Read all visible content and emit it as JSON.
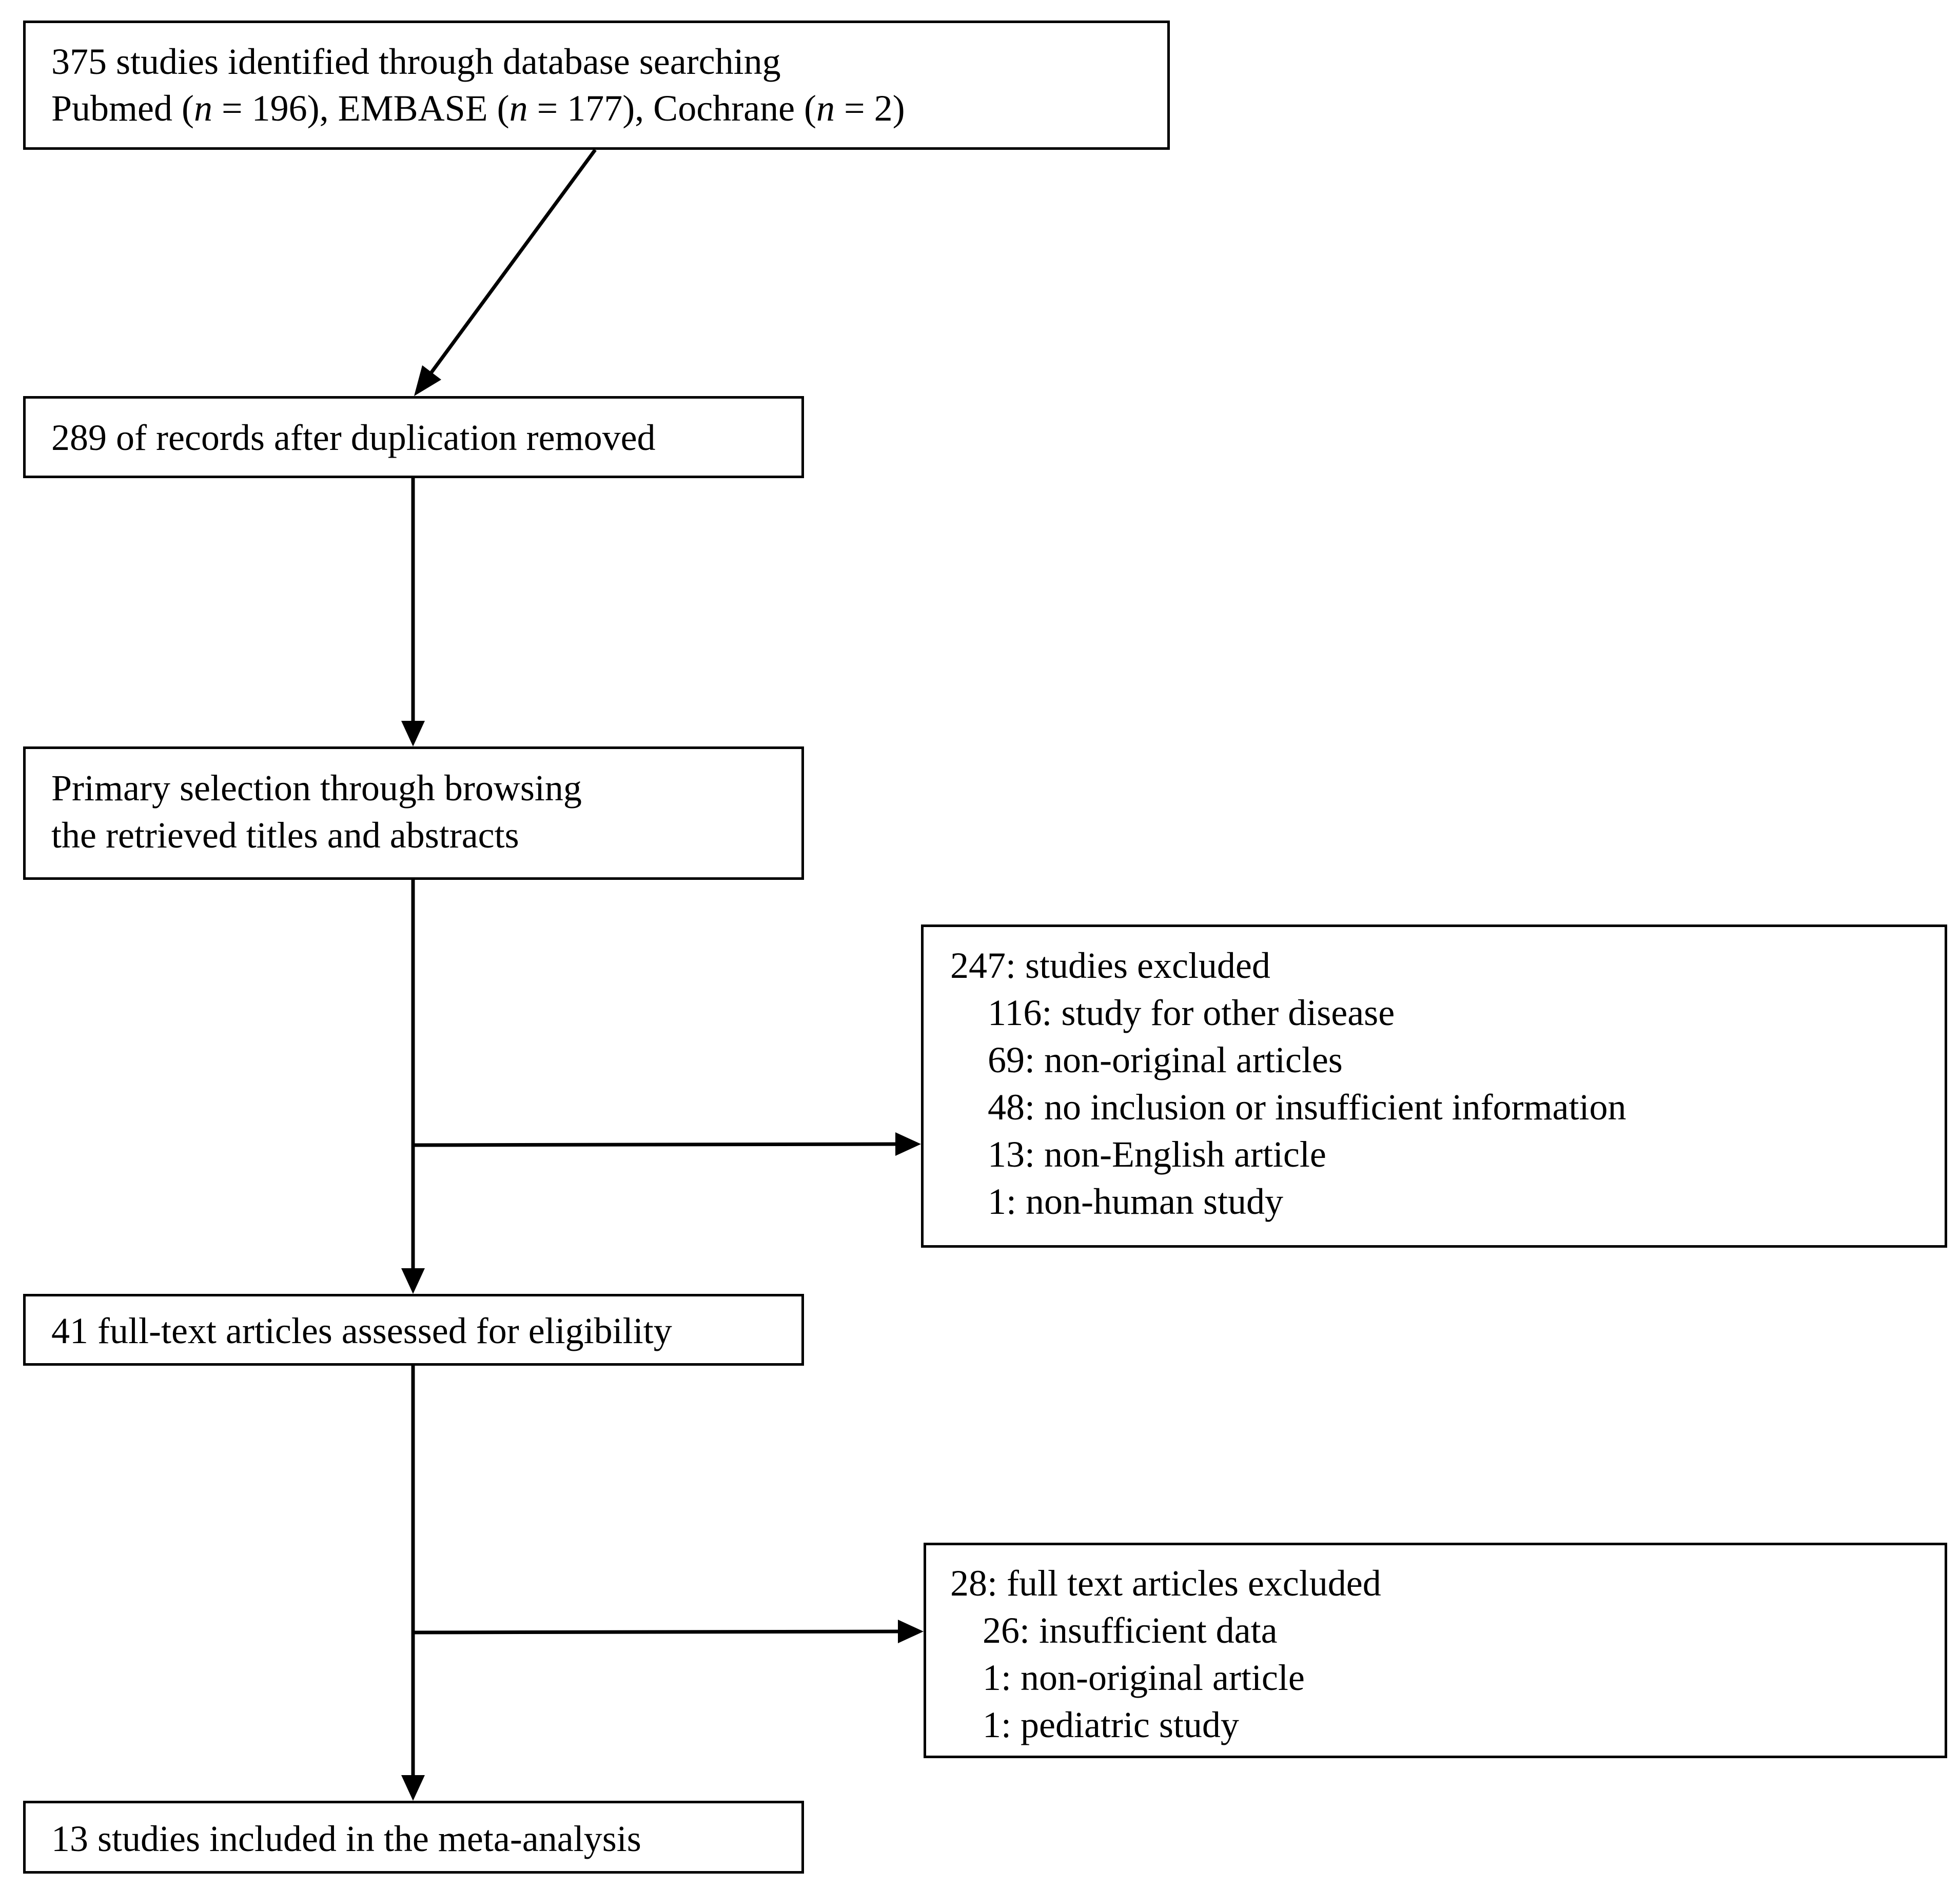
{
  "flowchart": {
    "search": {
      "line1": "375 studies identified through database searching",
      "line2": {
        "part1": "Pubmed (",
        "n1": "n",
        "part2": " = 196), EMBASE (",
        "n2": "n",
        "part3": " = 177), Cochrane (",
        "n3": "n",
        "part4": " = 2)"
      }
    },
    "dedup": "289 of records after duplication removed",
    "primary": {
      "line1": "Primary selection through browsing",
      "line2": "the retrieved titles and abstracts"
    },
    "excluded1": {
      "title": "247: studies excluded",
      "items": [
        "116: study for other disease",
        "69: non-original articles",
        "48: no inclusion or insufficient information",
        "13: non-English article",
        "1: non-human study"
      ]
    },
    "fulltext": "41 full-text articles assessed for eligibility",
    "excluded2": {
      "title": "28: full text articles excluded",
      "items": [
        "26: insufficient data",
        "1: non-original article",
        "1: pediatric study"
      ]
    },
    "included": "13 studies included in the meta-analysis"
  }
}
